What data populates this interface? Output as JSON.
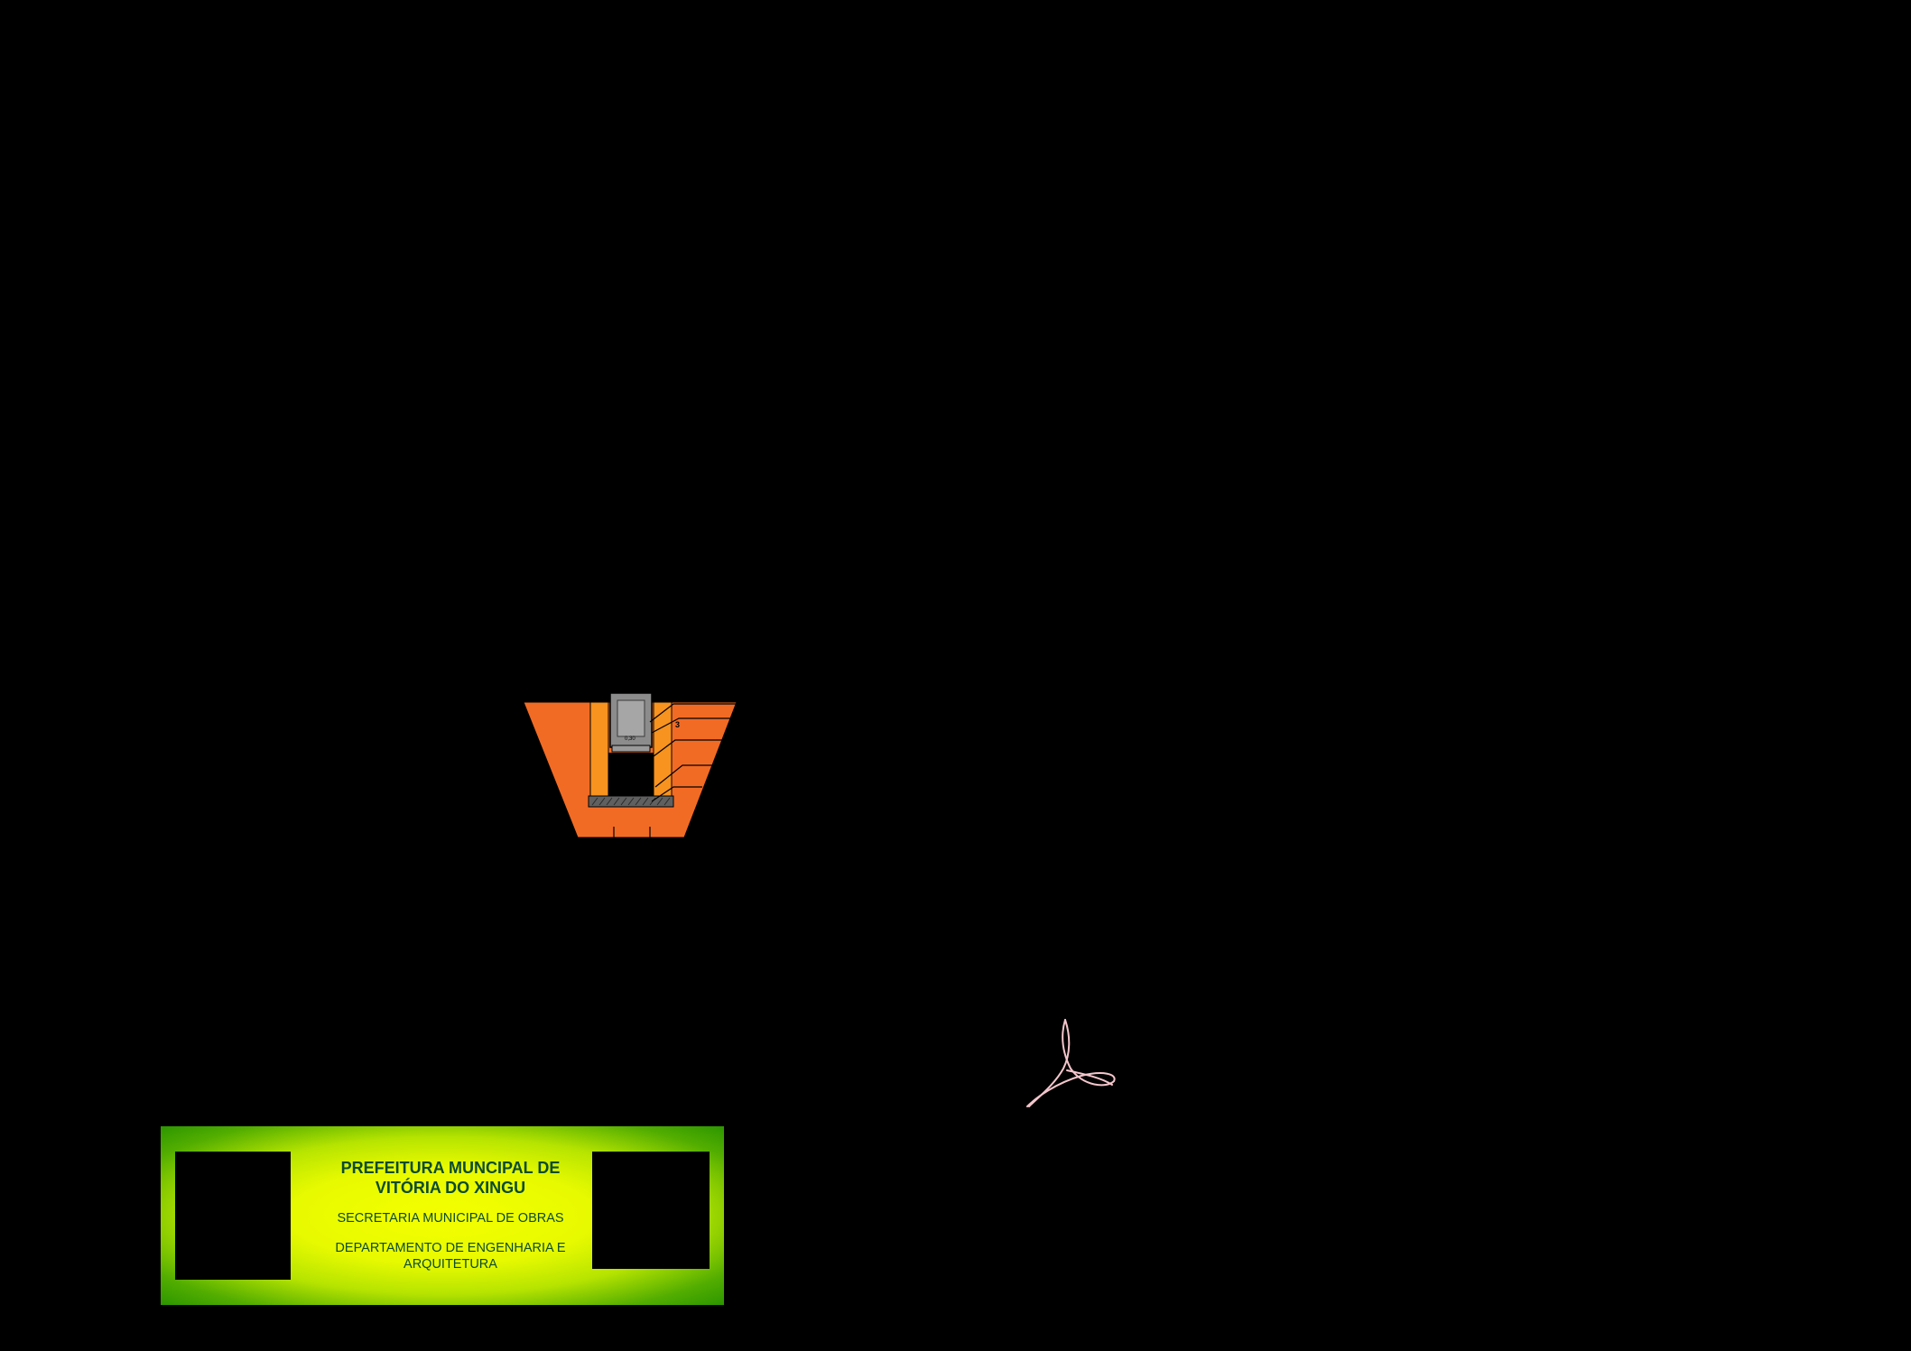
{
  "canvas": {
    "background": "#000000"
  },
  "detail": {
    "colors": {
      "soil": "#f26b24",
      "backfill": "#f7931e",
      "concrete_beam": "#8c8c8c",
      "beam_core": "#a6a6a6",
      "base_layer": "#606060"
    },
    "beam_label": "0,30",
    "side_label": "3"
  },
  "emblem": {
    "icon": "acrobat-logo-icon",
    "color": "#f4c6cc"
  },
  "title_block": {
    "colors": {
      "center": "#f4ff00",
      "edge": "#2c9600",
      "text": "#0b4b2f"
    },
    "line1": "PREFEITURA MUNCIPAL DE VITÓRIA DO XINGU",
    "line2": "SECRETARIA MUNICIPAL DE OBRAS",
    "line3": "DEPARTAMENTO DE ENGENHARIA E ARQUITETURA"
  }
}
